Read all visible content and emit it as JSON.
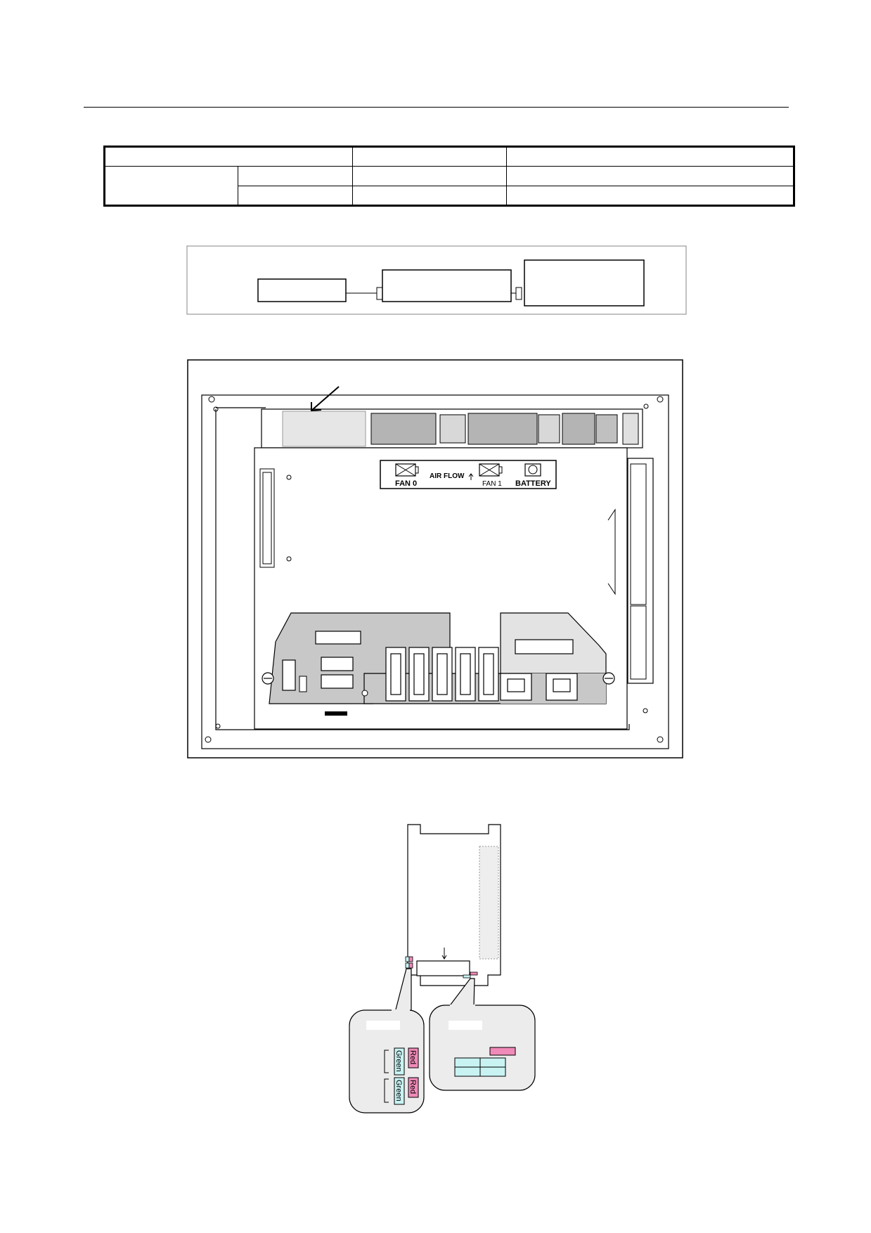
{
  "panel": {
    "fan0_label": "FAN 0",
    "airflow_label": "AIR FLOW",
    "fan1_label": "FAN 1",
    "battery_label": "BATTERY"
  },
  "led_left": {
    "labels": [
      "Green",
      "Red",
      "Green",
      "Red"
    ]
  },
  "colors": {
    "led_green_fill": "#c9f3f3",
    "led_red_fill": "#f08ab8",
    "panel_gray": "#c8c8c8",
    "callout_bg": "#ececec"
  }
}
